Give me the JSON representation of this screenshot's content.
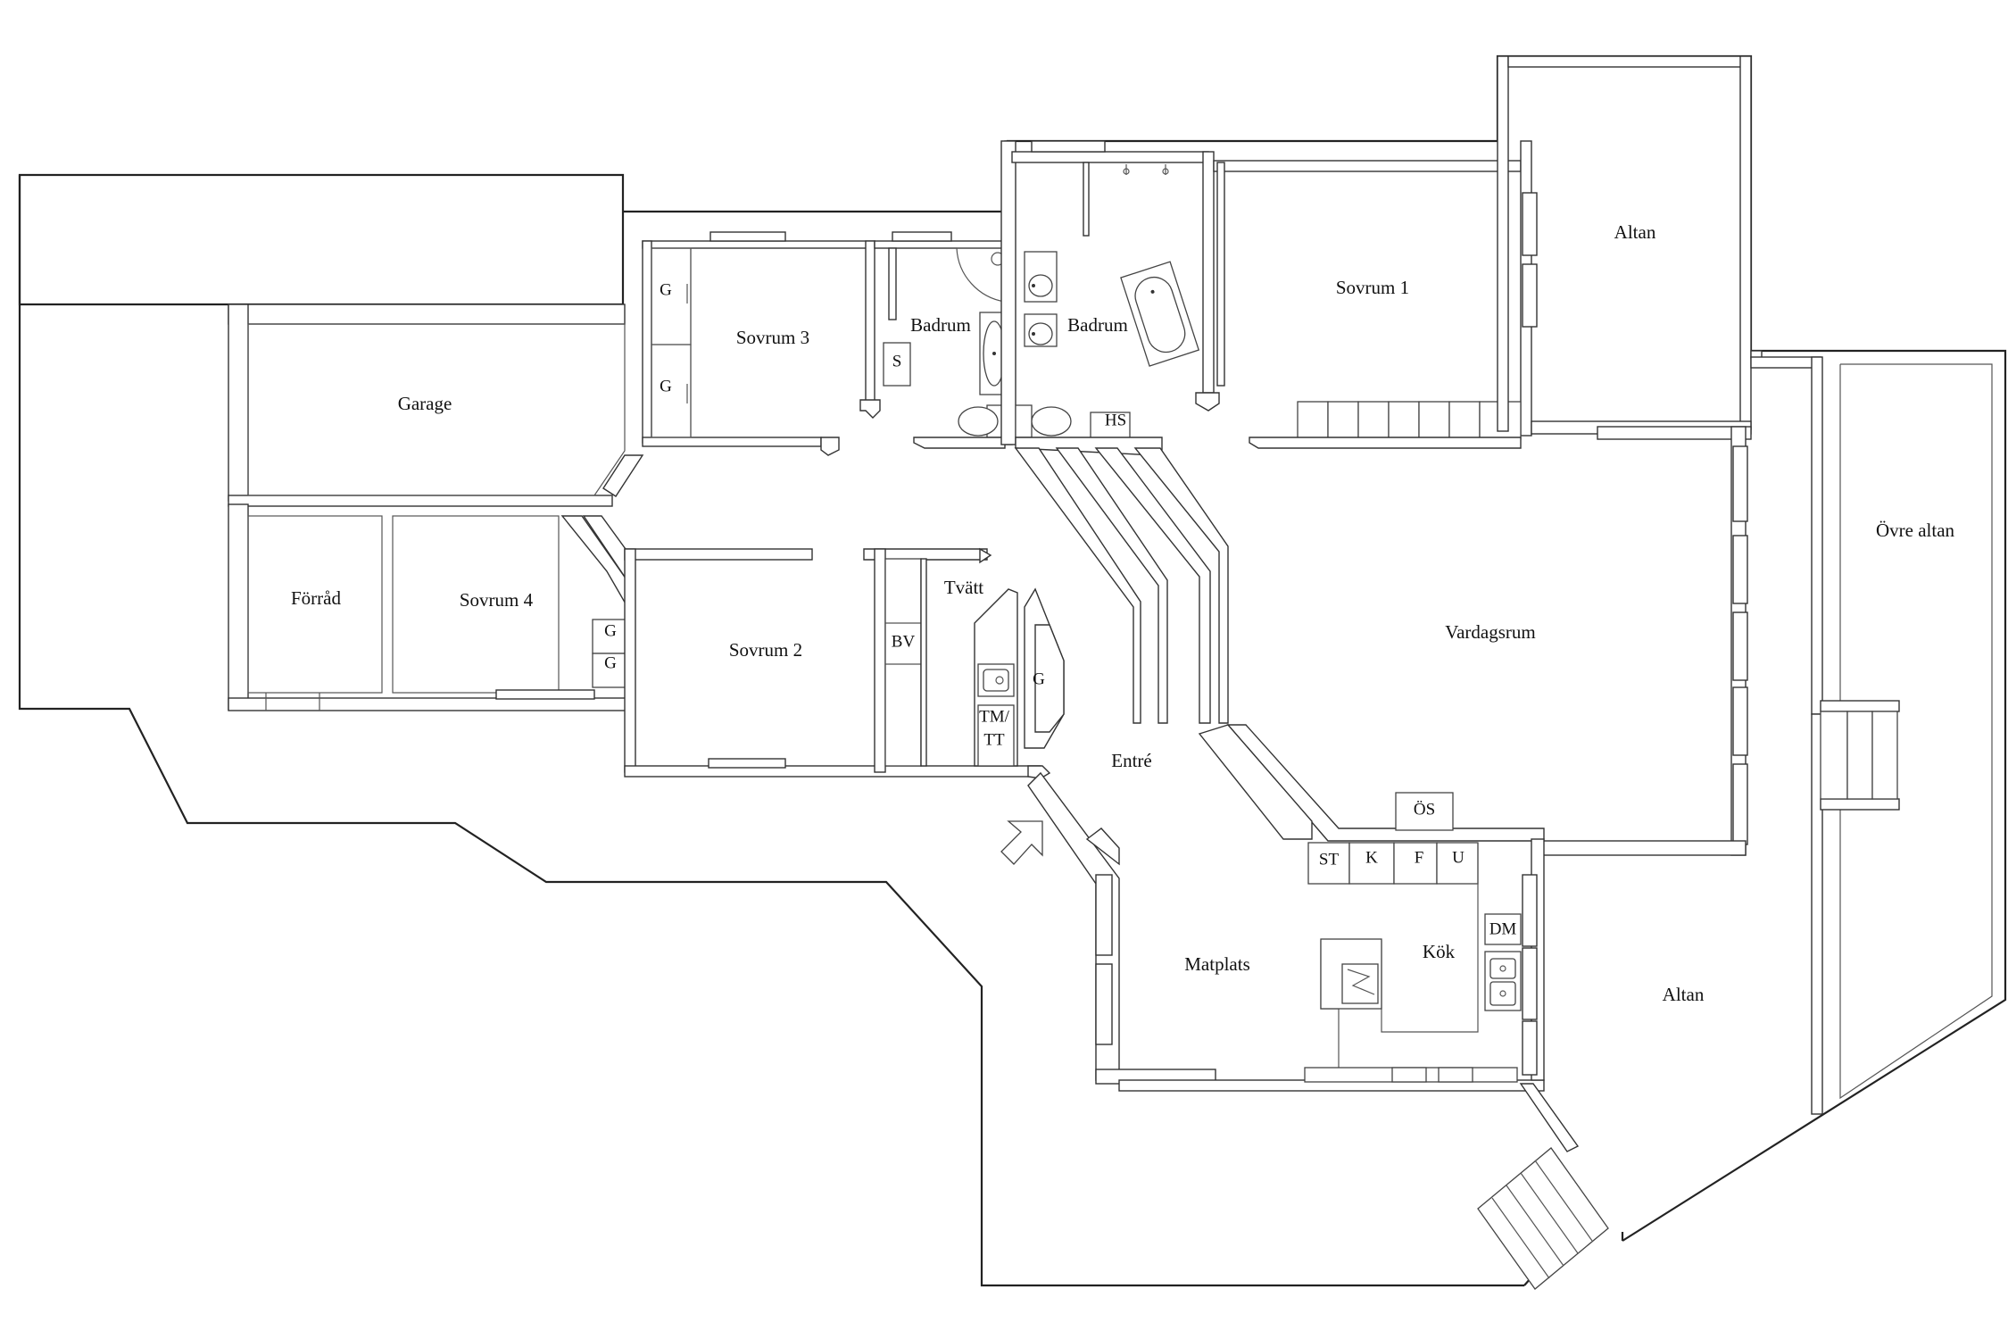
{
  "rooms": {
    "garage": "Garage",
    "forrad": "Förråd",
    "sovrum4": "Sovrum 4",
    "sovrum3": "Sovrum 3",
    "sovrum2": "Sovrum 2",
    "sovrum1": "Sovrum 1",
    "badrum_small": "Badrum",
    "badrum_large": "Badrum",
    "tvatt": "Tvätt",
    "entre": "Entré",
    "vardagsrum": "Vardagsrum",
    "matplats": "Matplats",
    "kok": "Kök",
    "altan_top": "Altan",
    "altan_bottom": "Altan",
    "ovre_altan": "Övre altan"
  },
  "fixtures": {
    "g_sovrum3_top": "G",
    "g_sovrum3_bottom": "G",
    "g_sovrum4_top": "G",
    "g_sovrum4_bottom": "G",
    "g_tvatt": "G",
    "s_badrum": "S",
    "hs": "HS",
    "bv": "BV",
    "tm": "TM/",
    "tt": "TT",
    "os": "ÖS",
    "st": "ST",
    "k": "K",
    "f": "F",
    "u": "U",
    "dm": "DM"
  },
  "icons": {
    "entrance_arrow": "arrow-up-right"
  }
}
